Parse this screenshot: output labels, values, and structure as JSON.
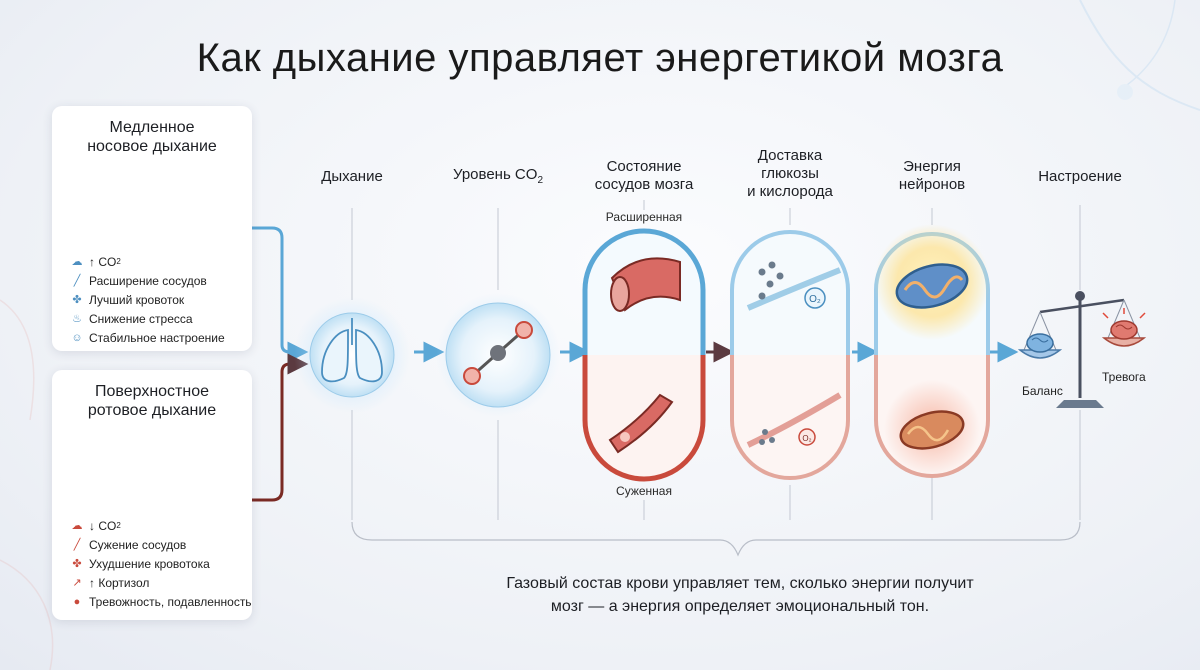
{
  "title": "Как дыхание управляет энергетикой мозга",
  "slow_panel": {
    "title_line1": "Медленное",
    "title_line2": "носовое дыхание",
    "items": [
      {
        "icon": "co2-up-icon",
        "pre": "↑ CO",
        "sub": "2"
      },
      {
        "icon": "vessel-icon",
        "text": "Расширение сосудов"
      },
      {
        "icon": "flow-icon",
        "text": "Лучший кровоток"
      },
      {
        "icon": "calm-icon",
        "text": "Снижение стресса"
      },
      {
        "icon": "smile-icon",
        "text": "Стабильное настроение"
      }
    ]
  },
  "fast_panel": {
    "title_line1": "Поверхностное",
    "title_line2": "ротовое дыхание",
    "items": [
      {
        "icon": "co2-down-icon",
        "pre": "↓ CO",
        "sub": "2"
      },
      {
        "icon": "vessel-icon",
        "text": "Сужение сосудов"
      },
      {
        "icon": "flow-icon",
        "text": "Ухудшение кровотока"
      },
      {
        "icon": "cortisol-icon",
        "text": "↑ Кортизол"
      },
      {
        "icon": "head-icon",
        "text": "Тревожность, подавленность"
      }
    ]
  },
  "stages": {
    "breathing": "Дыхание",
    "co2_pre": "Уровень CO",
    "co2_sub": "2",
    "vessels_line1": "Состояние",
    "vessels_line2": "сосудов мозга",
    "delivery_line1": "Доставка",
    "delivery_line2": "глюкозы",
    "delivery_line3": "и кислорода",
    "energy_line1": "Энергия",
    "energy_line2": "нейронов",
    "mood": "Настроение"
  },
  "vessel_states": {
    "dilated": "Расширенная",
    "constricted": "Суженная"
  },
  "o2_label": "O₂",
  "balance": {
    "left": "Баланс",
    "right": "Тревога"
  },
  "caption_line1": "Газовый состав крови управляет тем, сколько энергии получит",
  "caption_line2": "мозг — а энергия определяет эмоциональный тон.",
  "colors": {
    "blue": "#5aa7d6",
    "red": "#c94a3c",
    "dark_blue": "#2f6f9f",
    "dark_red": "#7a2a24"
  }
}
